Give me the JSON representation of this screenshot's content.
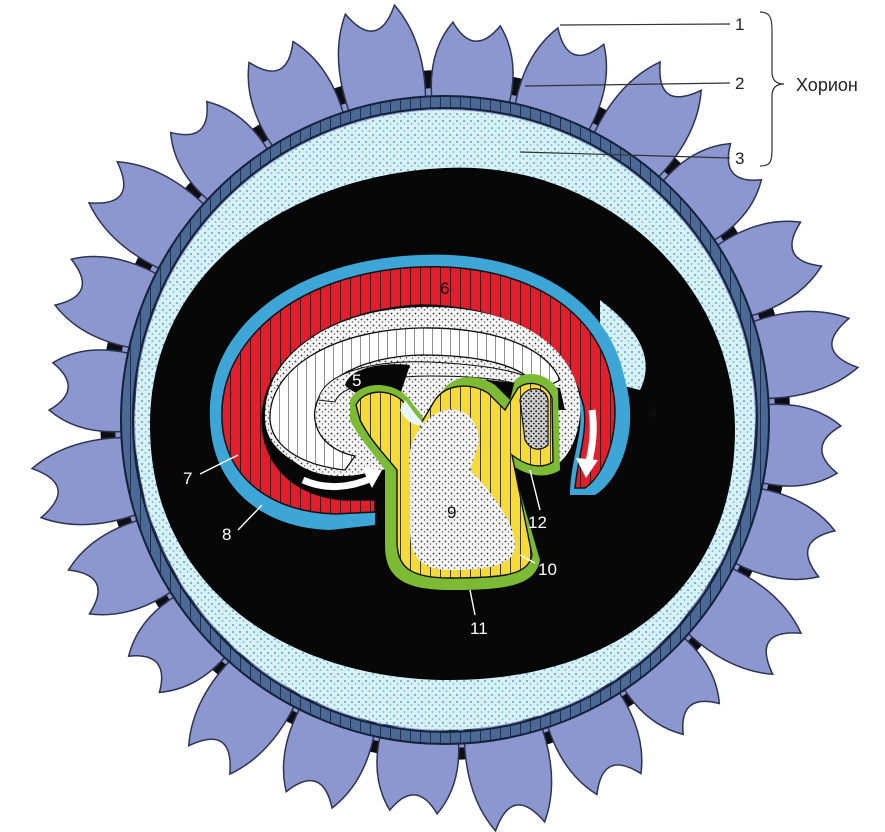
{
  "labels": {
    "l1": "1",
    "l2": "2",
    "l3": "3",
    "l4": "4",
    "l5": "5",
    "l6": "6",
    "l7": "7",
    "l8": "8",
    "l9": "9",
    "l10": "10",
    "l11": "11",
    "l12": "12"
  },
  "chorion_label": "Хорион",
  "colors": {
    "villi": "#8c96cf",
    "villi_shadow": "#0d0d12",
    "trophoblast_cells": "#3f5a86",
    "mesoderm_dots": "#bfe5ef",
    "cavity": "#070707",
    "amnion_blue": "#3da6d6",
    "ectoderm_red": "#e01e2a",
    "endoderm_yellow": "#f3d83a",
    "mesoderm_green": "#7dbb35"
  }
}
